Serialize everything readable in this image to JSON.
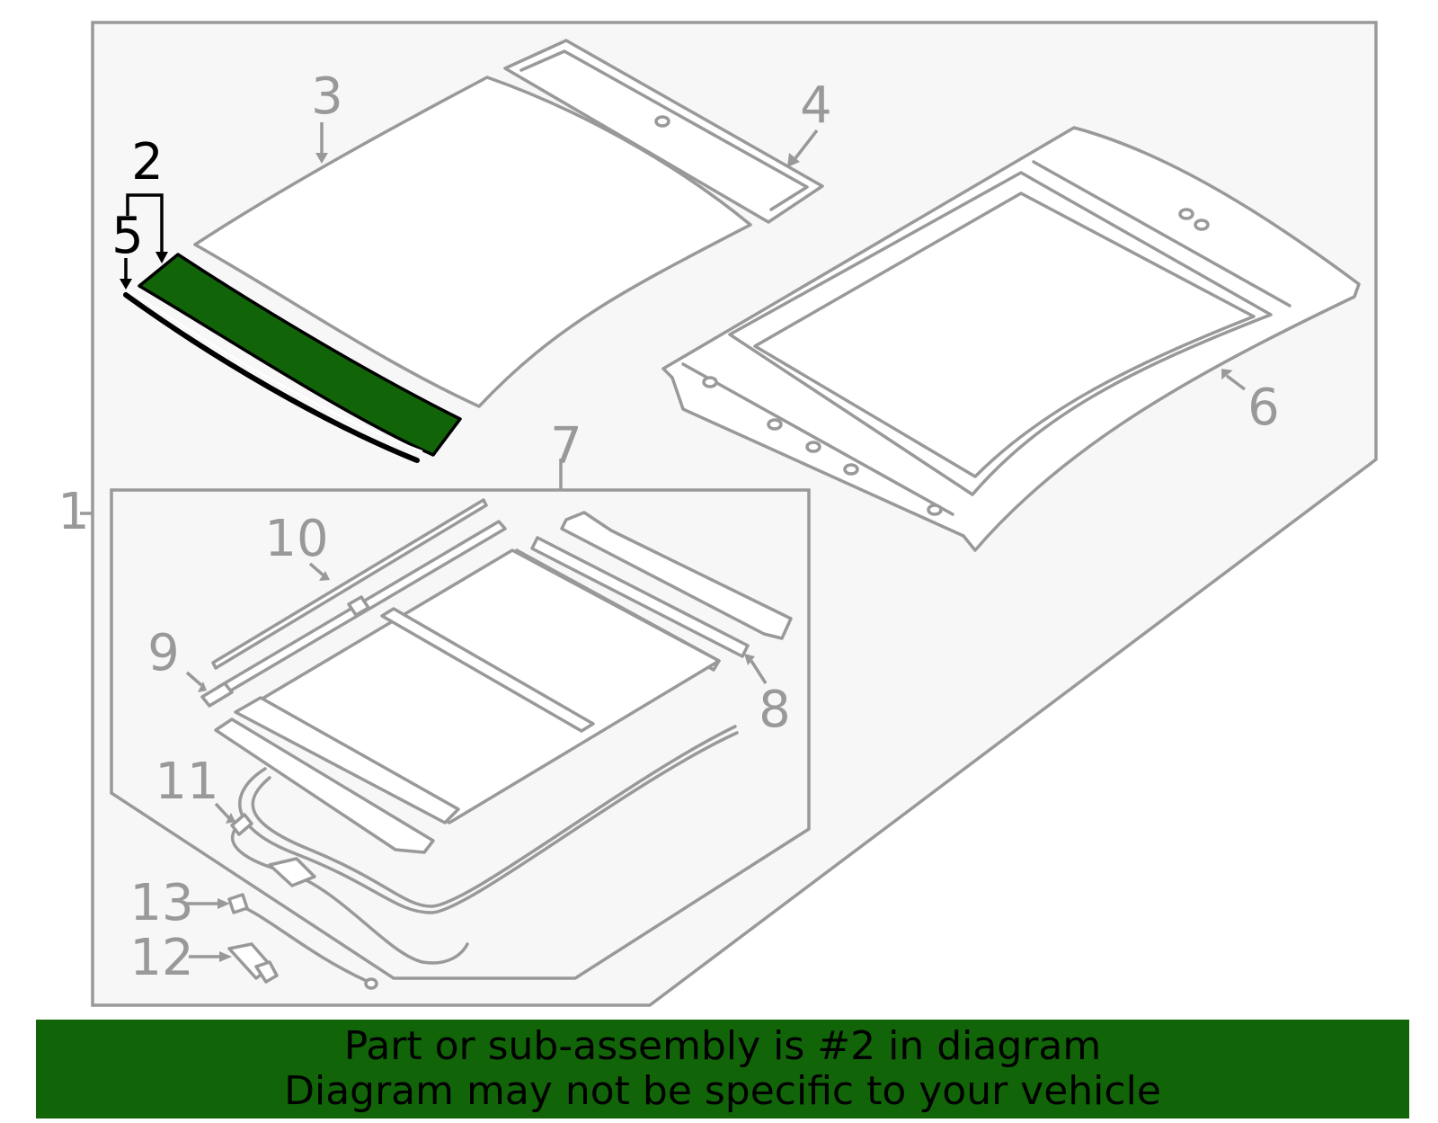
{
  "callouts": {
    "c1": "1",
    "c2": "2",
    "c3": "3",
    "c4": "4",
    "c5": "5",
    "c6": "6",
    "c7": "7",
    "c8": "8",
    "c9": "9",
    "c10": "10",
    "c11": "11",
    "c12": "12",
    "c13": "13"
  },
  "highlight": {
    "part_number": "2",
    "color": "#116508"
  },
  "banner": {
    "line1": "Part or sub-assembly is #2 in diagram",
    "line2": "Diagram may not be specific to your vehicle"
  },
  "colors": {
    "outline": "#999999",
    "panel": "#f7f7f7",
    "highlight": "#116508",
    "banner_bg": "#116508"
  }
}
